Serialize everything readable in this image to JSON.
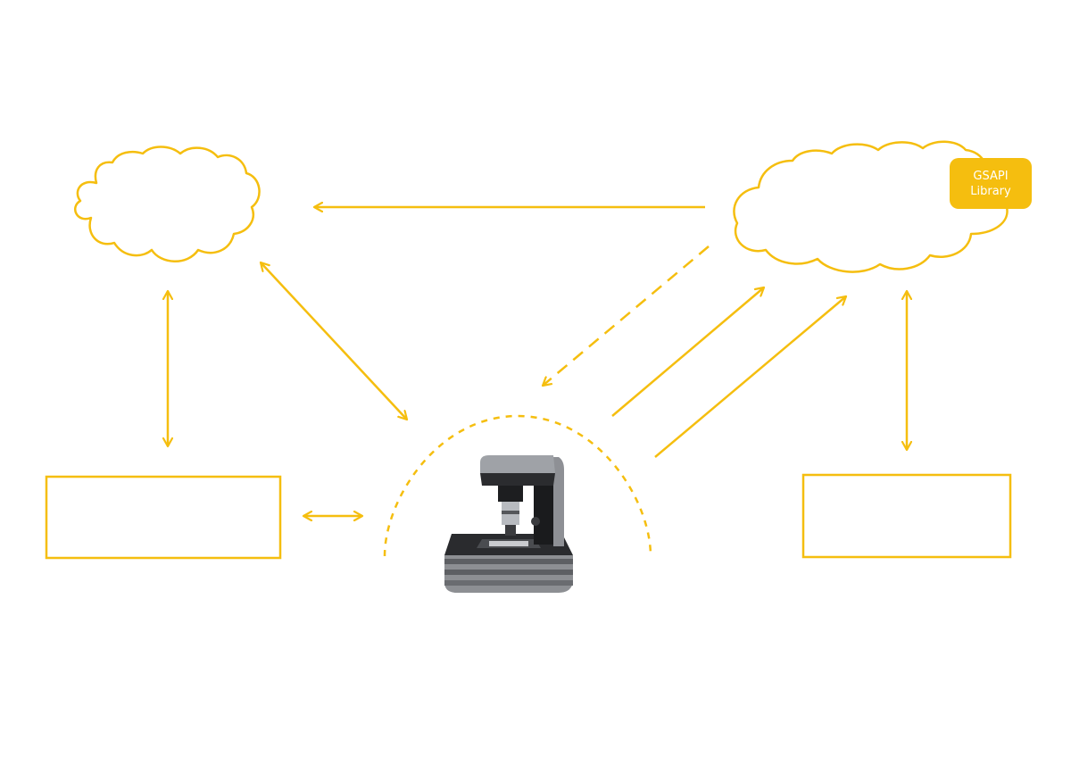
{
  "colors": {
    "accent": "#F5BE0F",
    "badge_bg": "#F5BE0F",
    "badge_text": "#FFFFFF",
    "background": "#FFFFFF"
  },
  "badge": {
    "line1": "GSAPI",
    "line2": "Library"
  },
  "nodes": {
    "left_cloud": "cloud-icon",
    "right_cloud": "cloud-icon",
    "left_box": "box",
    "right_box": "box",
    "center_device": "microscope-icon",
    "device_range": "dashed-arc"
  },
  "connections": [
    {
      "from": "right_cloud",
      "to": "left_cloud",
      "style": "solid",
      "direction": "one-way"
    },
    {
      "from": "left_cloud",
      "to": "center_device",
      "style": "solid",
      "direction": "two-way"
    },
    {
      "from": "left_cloud",
      "to": "left_box",
      "style": "solid",
      "direction": "two-way"
    },
    {
      "from": "left_box",
      "to": "center_device",
      "style": "solid",
      "direction": "two-way"
    },
    {
      "from": "right_cloud",
      "to": "center_device",
      "style": "dashed",
      "direction": "one-way"
    },
    {
      "from": "center_device",
      "to": "right_cloud",
      "style": "solid",
      "direction": "one-way"
    },
    {
      "from": "center_device",
      "to": "right_cloud",
      "style": "solid",
      "direction": "one-way"
    },
    {
      "from": "right_cloud",
      "to": "right_box",
      "style": "solid",
      "direction": "two-way"
    }
  ]
}
